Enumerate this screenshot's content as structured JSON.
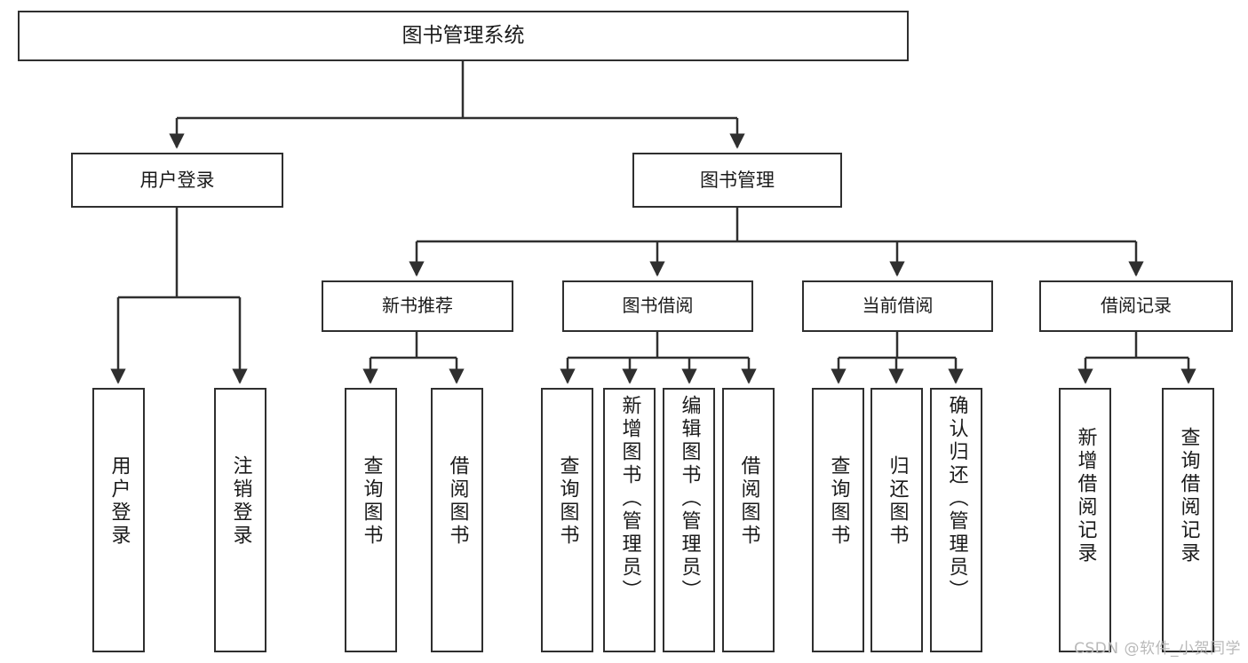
{
  "diagram": {
    "title": "图书管理系统",
    "type": "functional-structure-tree",
    "root": {
      "label": "图书管理系统"
    },
    "level1": [
      {
        "label": "用户登录"
      },
      {
        "label": "图书管理"
      }
    ],
    "level2": [
      {
        "label": "新书推荐"
      },
      {
        "label": "图书借阅"
      },
      {
        "label": "当前借阅"
      },
      {
        "label": "借阅记录"
      }
    ],
    "leaves": {
      "user_login": [
        {
          "label": "用户登录"
        },
        {
          "label": "注销登录"
        }
      ],
      "new_book_recommend": [
        {
          "label": "查询图书"
        },
        {
          "label": "借阅图书"
        }
      ],
      "book_borrow": [
        {
          "label": "查询图书"
        },
        {
          "label": "新增图书（管理员）"
        },
        {
          "label": "编辑图书（管理员）"
        },
        {
          "label": "借阅图书"
        }
      ],
      "current_borrow": [
        {
          "label": "查询图书"
        },
        {
          "label": "归还图书"
        },
        {
          "label": "确认归还（管理员）"
        }
      ],
      "borrow_record": [
        {
          "label": "新增借阅记录"
        },
        {
          "label": "查询借阅记录"
        }
      ]
    }
  },
  "watermark": {
    "text": "CSDN @软件_小贺同学"
  },
  "colors": {
    "stroke": "#2f2f2f",
    "fill": "#ffffff",
    "text": "#1a1a1a",
    "watermark": "#b9b9b9"
  }
}
